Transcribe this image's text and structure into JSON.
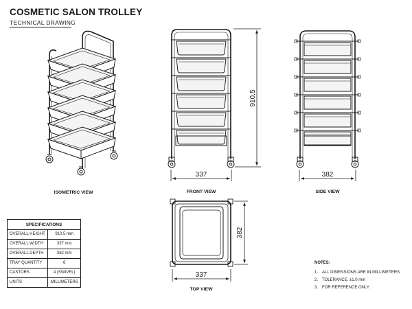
{
  "header": {
    "title": "COSMETIC SALON TROLLEY",
    "subtitle": "TECHNICAL DRAWING"
  },
  "views": {
    "isometric": "ISOMETRIC VIEW",
    "front": "FRONT VIEW",
    "side": "SIDE VIEW",
    "top": "TOP VIEW"
  },
  "dimensions": {
    "front_width": "337",
    "front_height": "910.5",
    "side_depth": "382",
    "top_width": "337",
    "top_depth": "382"
  },
  "specifications": {
    "heading": "SPECIFICATIONS",
    "rows": [
      {
        "label": "OVERALL HEIGHT",
        "value": "910.5 mm"
      },
      {
        "label": "OVERALL WIDTH",
        "value": "337 mm"
      },
      {
        "label": "OVERALL DEPTH",
        "value": "382 mm"
      },
      {
        "label": "TRAY QUANTITY",
        "value": "6"
      },
      {
        "label": "CASTORS",
        "value": "4 (SWIVEL)"
      },
      {
        "label": "UNITS",
        "value": "MILLIMETERS"
      }
    ]
  },
  "notes": {
    "heading": "NOTES:",
    "items": [
      {
        "num": "1.",
        "text": "ALL DIMENSIONS ARE IN MILLIMETERS."
      },
      {
        "num": "2.",
        "text": "TOLERANCE: ±1.0 mm"
      },
      {
        "num": "3.",
        "text": "FOR REFERENCE ONLY."
      }
    ]
  },
  "colors": {
    "line": "#1a1a1a",
    "tray_fill": "#f4f4f4"
  }
}
